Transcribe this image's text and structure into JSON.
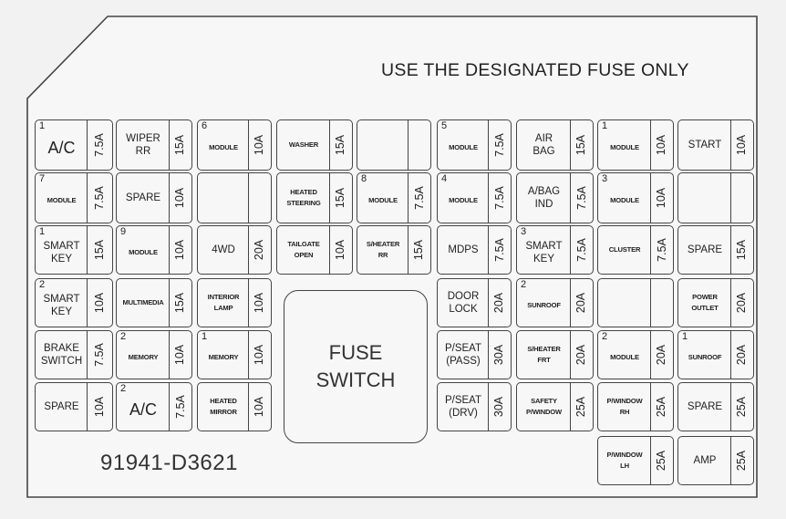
{
  "header": "USE THE DESIGNATED FUSE ONLY",
  "part_number": "91941-D3621",
  "fuse_switch": "FUSE\nSWITCH",
  "fuses": [
    {
      "num": "1",
      "label": "A/C",
      "amp": "7.5A",
      "style": "big"
    },
    {
      "num": "",
      "label": "WIPER\nRR",
      "amp": "15A",
      "style": "norm"
    },
    {
      "num": "6",
      "label": "MODULE",
      "amp": "10A",
      "style": "small"
    },
    {
      "num": "",
      "label": "WASHER",
      "amp": "15A",
      "style": "small"
    },
    {
      "num": "",
      "label": "",
      "amp": "",
      "style": "norm"
    },
    {
      "num": "5",
      "label": "MODULE",
      "amp": "7.5A",
      "style": "small"
    },
    {
      "num": "",
      "label": "AIR\nBAG",
      "amp": "15A",
      "style": "norm"
    },
    {
      "num": "1",
      "label": "MODULE",
      "amp": "10A",
      "style": "small"
    },
    {
      "num": "",
      "label": "START",
      "amp": "10A",
      "style": "norm"
    },
    {
      "num": "7",
      "label": "MODULE",
      "amp": "7.5A",
      "style": "small"
    },
    {
      "num": "",
      "label": "SPARE",
      "amp": "10A",
      "style": "norm"
    },
    {
      "num": "",
      "label": "",
      "amp": "",
      "style": "norm"
    },
    {
      "num": "",
      "label": "HEATED\nSTEERING",
      "amp": "15A",
      "style": "small"
    },
    {
      "num": "8",
      "label": "MODULE",
      "amp": "7.5A",
      "style": "small"
    },
    {
      "num": "4",
      "label": "MODULE",
      "amp": "7.5A",
      "style": "small"
    },
    {
      "num": "",
      "label": "A/BAG\nIND",
      "amp": "7.5A",
      "style": "norm"
    },
    {
      "num": "3",
      "label": "MODULE",
      "amp": "10A",
      "style": "small"
    },
    {
      "num": "",
      "label": "",
      "amp": "",
      "style": "norm"
    },
    {
      "num": "1",
      "label": "SMART\nKEY",
      "amp": "15A",
      "style": "norm"
    },
    {
      "num": "9",
      "label": "MODULE",
      "amp": "10A",
      "style": "small"
    },
    {
      "num": "",
      "label": "4WD",
      "amp": "20A",
      "style": "norm"
    },
    {
      "num": "",
      "label": "TAILGATE\nOPEN",
      "amp": "10A",
      "style": "small"
    },
    {
      "num": "",
      "label": "S/HEATER\nRR",
      "amp": "15A",
      "style": "small"
    },
    {
      "num": "",
      "label": "MDPS",
      "amp": "7.5A",
      "style": "norm"
    },
    {
      "num": "3",
      "label": "SMART\nKEY",
      "amp": "7.5A",
      "style": "norm"
    },
    {
      "num": "",
      "label": "CLUSTER",
      "amp": "7.5A",
      "style": "small"
    },
    {
      "num": "",
      "label": "SPARE",
      "amp": "15A",
      "style": "norm"
    },
    {
      "num": "2",
      "label": "SMART\nKEY",
      "amp": "10A",
      "style": "norm"
    },
    {
      "num": "",
      "label": "MULTIMEDIA",
      "amp": "15A",
      "style": "small"
    },
    {
      "num": "",
      "label": "INTERIOR\nLAMP",
      "amp": "10A",
      "style": "small"
    },
    {
      "num": "",
      "label": "DOOR\nLOCK",
      "amp": "20A",
      "style": "norm"
    },
    {
      "num": "2",
      "label": "SUNROOF",
      "amp": "20A",
      "style": "small"
    },
    {
      "num": "",
      "label": "",
      "amp": "",
      "style": "norm"
    },
    {
      "num": "",
      "label": "POWER\nOUTLET",
      "amp": "20A",
      "style": "small"
    },
    {
      "num": "",
      "label": "BRAKE\nSWITCH",
      "amp": "7.5A",
      "style": "norm"
    },
    {
      "num": "2",
      "label": "MEMORY",
      "amp": "10A",
      "style": "small"
    },
    {
      "num": "1",
      "label": "MEMORY",
      "amp": "10A",
      "style": "small"
    },
    {
      "num": "",
      "label": "P/SEAT\n(PASS)",
      "amp": "30A",
      "style": "norm"
    },
    {
      "num": "",
      "label": "S/HEATER\nFRT",
      "amp": "20A",
      "style": "small"
    },
    {
      "num": "2",
      "label": "MODULE",
      "amp": "20A",
      "style": "small"
    },
    {
      "num": "1",
      "label": "SUNROOF",
      "amp": "20A",
      "style": "small"
    },
    {
      "num": "",
      "label": "SPARE",
      "amp": "10A",
      "style": "norm"
    },
    {
      "num": "2",
      "label": "A/C",
      "amp": "7.5A",
      "style": "big"
    },
    {
      "num": "",
      "label": "HEATED\nMIRROR",
      "amp": "10A",
      "style": "small"
    },
    {
      "num": "",
      "label": "P/SEAT\n(DRV)",
      "amp": "30A",
      "style": "norm"
    },
    {
      "num": "",
      "label": "SAFETY\nP/WINDOW",
      "amp": "25A",
      "style": "small"
    },
    {
      "num": "",
      "label": "P/WINDOW\nRH",
      "amp": "25A",
      "style": "small"
    },
    {
      "num": "",
      "label": "SPARE",
      "amp": "25A",
      "style": "norm"
    },
    {
      "num": "",
      "label": "P/WINDOW\nLH",
      "amp": "25A",
      "style": "small"
    },
    {
      "num": "",
      "label": "AMP",
      "amp": "25A",
      "style": "norm"
    }
  ]
}
